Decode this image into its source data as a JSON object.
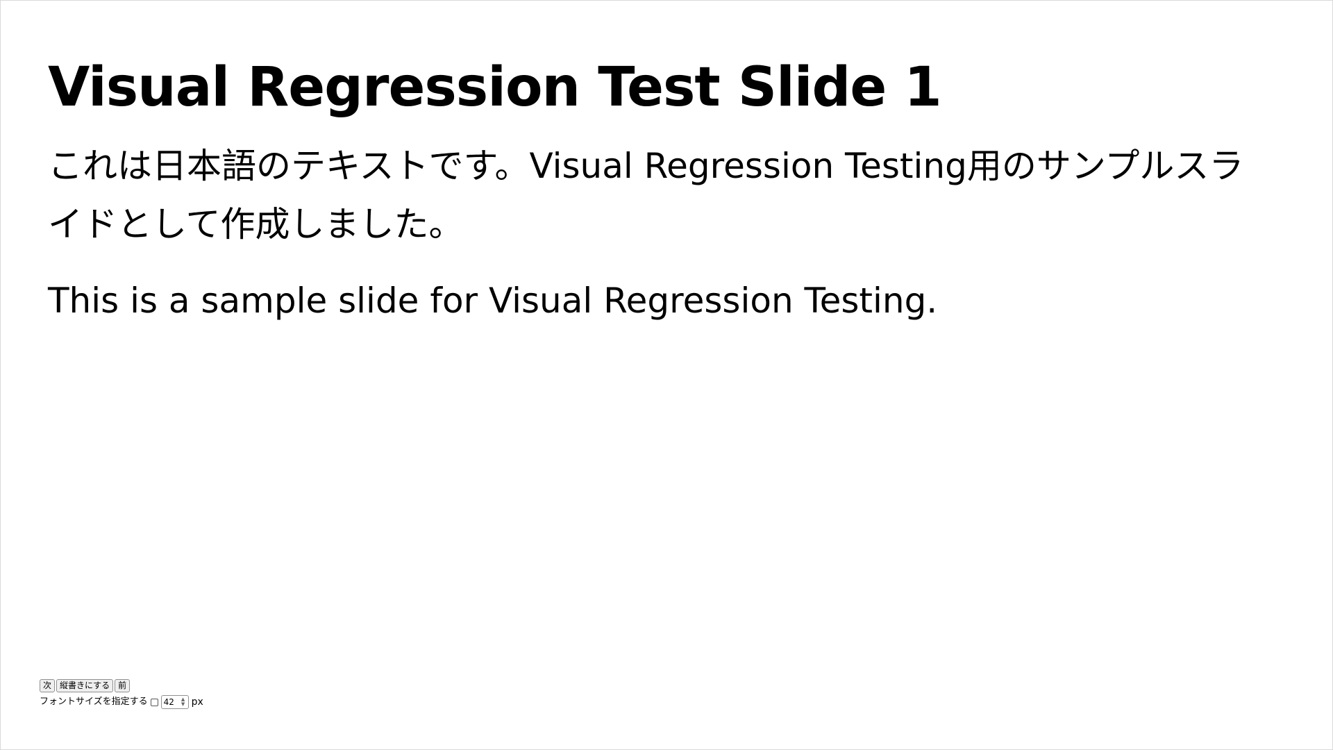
{
  "slide": {
    "title": "Visual Regression Test Slide 1",
    "paragraph_ja": "これは日本語のテキストです。Visual Regression Testing用のサンプルスライドとして作成しました。",
    "paragraph_en": "This is a sample slide for Visual Regression Testing."
  },
  "controls": {
    "next_label": "次",
    "vertical_label": "縦書きにする",
    "prev_label": "前",
    "font_size_label": "フォントサイズを指定する",
    "font_size_checked": false,
    "font_size_value": "42",
    "font_size_unit": "px"
  }
}
